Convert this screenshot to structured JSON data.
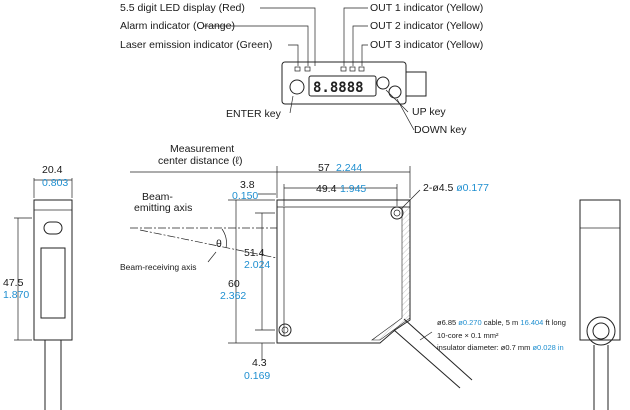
{
  "callouts": {
    "led_display": "5.5 digit LED display (Red)",
    "alarm": "Alarm indicator (Orange)",
    "laser": "Laser emission indicator (Green)",
    "out1": "OUT 1 indicator (Yellow)",
    "out2": "OUT 2 indicator (Yellow)",
    "out3": "OUT 3 indicator (Yellow)",
    "enter": "ENTER key",
    "up": "UP key",
    "down": "DOWN key"
  },
  "side": {
    "width_mm": "20.4",
    "width_in": "0.803",
    "height_mm": "47.5",
    "height_in": "1.870"
  },
  "front": {
    "meas_label1": "Measurement",
    "meas_label2": "center distance (ℓ)",
    "len_mm": "57",
    "len_in": "2.244",
    "holes_mm": "49.4",
    "holes_in": "1.945",
    "off_mm": "3.8",
    "off_in": "0.150",
    "hole_label": "2-ø4.5 ",
    "hole_in": "ø0.177",
    "beam_emit1": "Beam-",
    "beam_emit2": "emitting axis",
    "beam_recv": "Beam-receiving axis",
    "theta": "θ",
    "h_mm": "51.4",
    "h_in": "2.024",
    "total_mm": "60",
    "total_in": "2.362",
    "bot_mm": "4.3",
    "bot_in": "0.169",
    "cable1_a": "ø6.85 ",
    "cable1_b": "ø0.270",
    "cable1_c": " cable, 5 m ",
    "cable1_d": "16.404",
    "cable1_e": " ft long",
    "cable2": "10-core × 0.1 mm²",
    "cable3_a": "insulator diameter: ø0.7 mm ",
    "cable3_b": "ø0.028 in"
  }
}
